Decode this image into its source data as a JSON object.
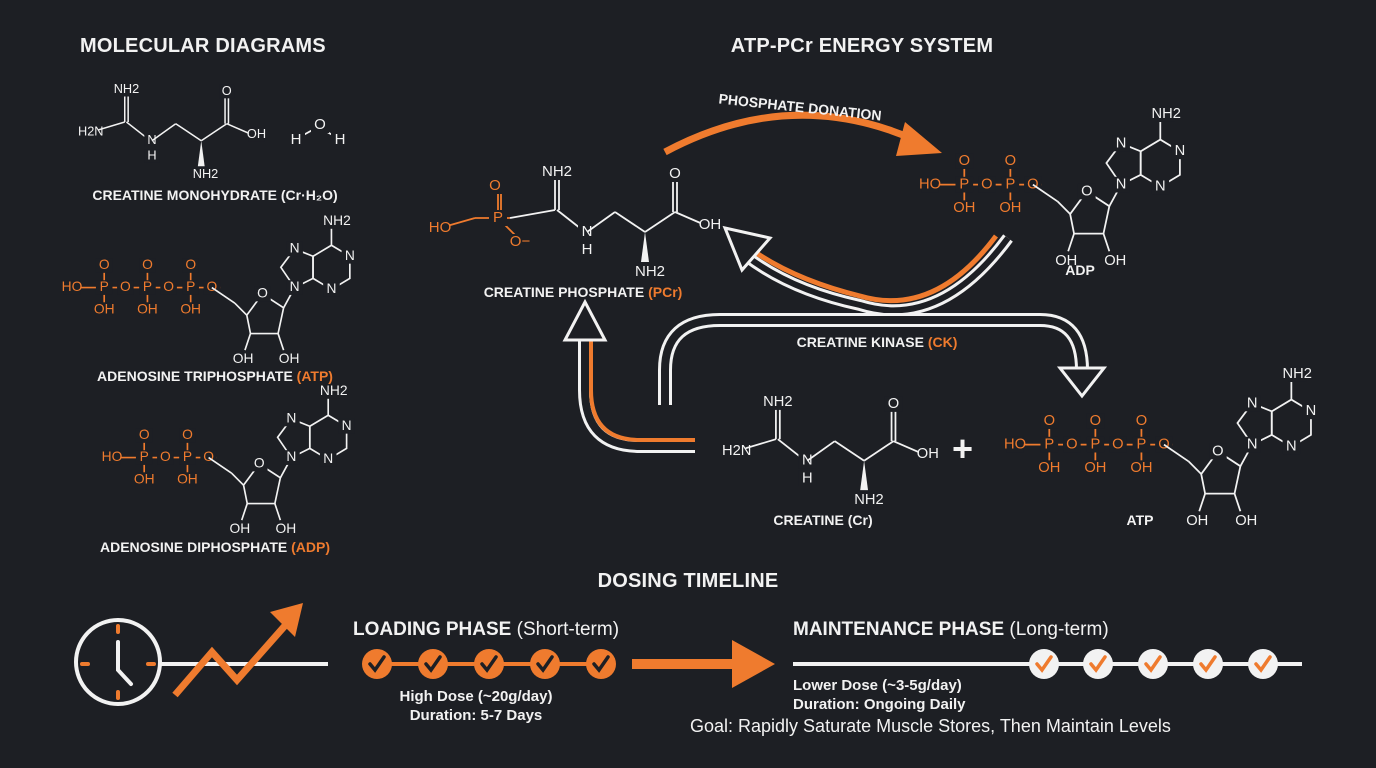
{
  "colors": {
    "background": "#1d1f24",
    "accent": "#ef7b2e",
    "foreground": "#f2f2f2"
  },
  "atoms": {
    "nh2": "NH2",
    "h2n": "H2N",
    "n": "N",
    "h": "H",
    "o": "O",
    "oh": "OH",
    "ho": "HO",
    "p": "P",
    "o_minus": "O−",
    "water_h": "H",
    "water_o": "O"
  },
  "molecular_diagrams": {
    "title": "MOLECULAR DIAGRAMS",
    "creatine_monohydrate": "CREATINE MONOHYDRATE (Cr·H₂O)",
    "atp": {
      "name": "ADENOSINE TRIPHOSPHATE ",
      "abbr": "(ATP)"
    },
    "adp": {
      "name": "ADENOSINE DIPHOSPHATE ",
      "abbr": "(ADP)"
    }
  },
  "energy_system": {
    "title": "ATP-PCr ENERGY SYSTEM",
    "phosphate_donation": "PHOSPHATE DONATION",
    "pcr": {
      "name": "CREATINE PHOSPHATE ",
      "abbr": "(PCr)"
    },
    "adp_label": "ADP",
    "enzyme": {
      "name": "CREATINE KINASE ",
      "abbr": "(CK)"
    },
    "creatine_label": "CREATINE (Cr)",
    "plus": "+",
    "atp_label": "ATP"
  },
  "dosing": {
    "title": "DOSING TIMELINE",
    "loading": {
      "title": "LOADING PHASE",
      "term": "(Short-term)",
      "dose": "High Dose (~20g/day)",
      "duration": "Duration: 5-7 Days",
      "checks": 5
    },
    "maintenance": {
      "title": "MAINTENANCE PHASE",
      "term": "(Long-term)",
      "dose": "Lower Dose (~3-5g/day)",
      "duration": "Duration: Ongoing Daily",
      "checks": 5
    },
    "goal": "Goal: Rapidly Saturate Muscle Stores, Then Maintain Levels",
    "icons": [
      "clock-icon",
      "trend-up-arrow-icon",
      "check-icon",
      "arrow-right-icon"
    ]
  }
}
